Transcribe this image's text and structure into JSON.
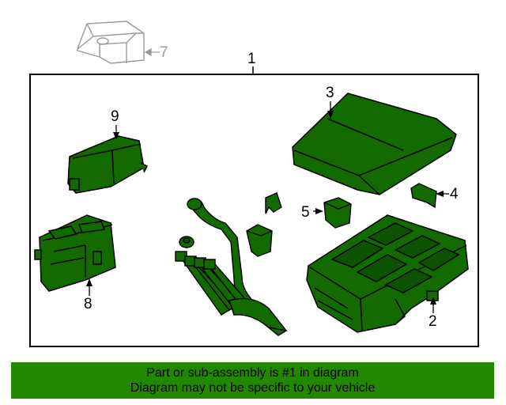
{
  "diagram": {
    "callouts": {
      "c1": "1",
      "c2": "2",
      "c3": "3",
      "c4": "4",
      "c5": "5",
      "c7": "7",
      "c8": "8",
      "c9": "9"
    },
    "colors": {
      "part_fill": "#136b00",
      "part_stroke": "#000000",
      "ghost_part": "#999999",
      "frame": "#000000",
      "banner_bg": "#228800"
    }
  },
  "banner": {
    "line1": "Part or sub-assembly is #1 in diagram",
    "line2": "Diagram may not be specific to your vehicle"
  }
}
